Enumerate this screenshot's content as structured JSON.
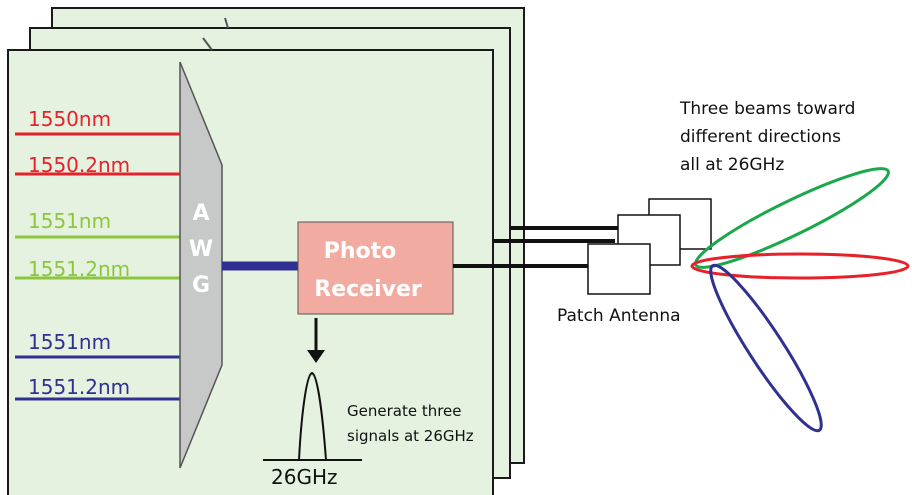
{
  "wavelengths": [
    {
      "label": "1550nm",
      "color": "#e8202a"
    },
    {
      "label": "1550.2nm",
      "color": "#e8202a"
    },
    {
      "label": "1551nm",
      "color": "#8cc63f"
    },
    {
      "label": "1551.2nm",
      "color": "#8cc63f"
    },
    {
      "label": "1551nm",
      "color": "#2e3192"
    },
    {
      "label": "1551.2nm",
      "color": "#2e3192"
    }
  ],
  "awg": {
    "letters": [
      "A",
      "W",
      "G"
    ],
    "color": "#c7c9c9"
  },
  "receiver": {
    "line1": "Photo",
    "line2": "Receiver",
    "fill": "#f2aba0"
  },
  "spectrum": {
    "label": "26GHz",
    "note_line1": "Generate three",
    "note_line2": "signals at 26GHz"
  },
  "antenna": {
    "label": "Patch Antenna"
  },
  "beams": {
    "caption_line1": "Three beams toward",
    "caption_line2": "different directions",
    "caption_line3": "all at 26GHz",
    "colors": {
      "green": "#1aa84a",
      "red": "#e8202a",
      "blue": "#2e3192"
    }
  },
  "colors": {
    "board": "#e6f2e0",
    "board_border": "#1a1a1a",
    "fiber_blue": "#2e3192"
  }
}
